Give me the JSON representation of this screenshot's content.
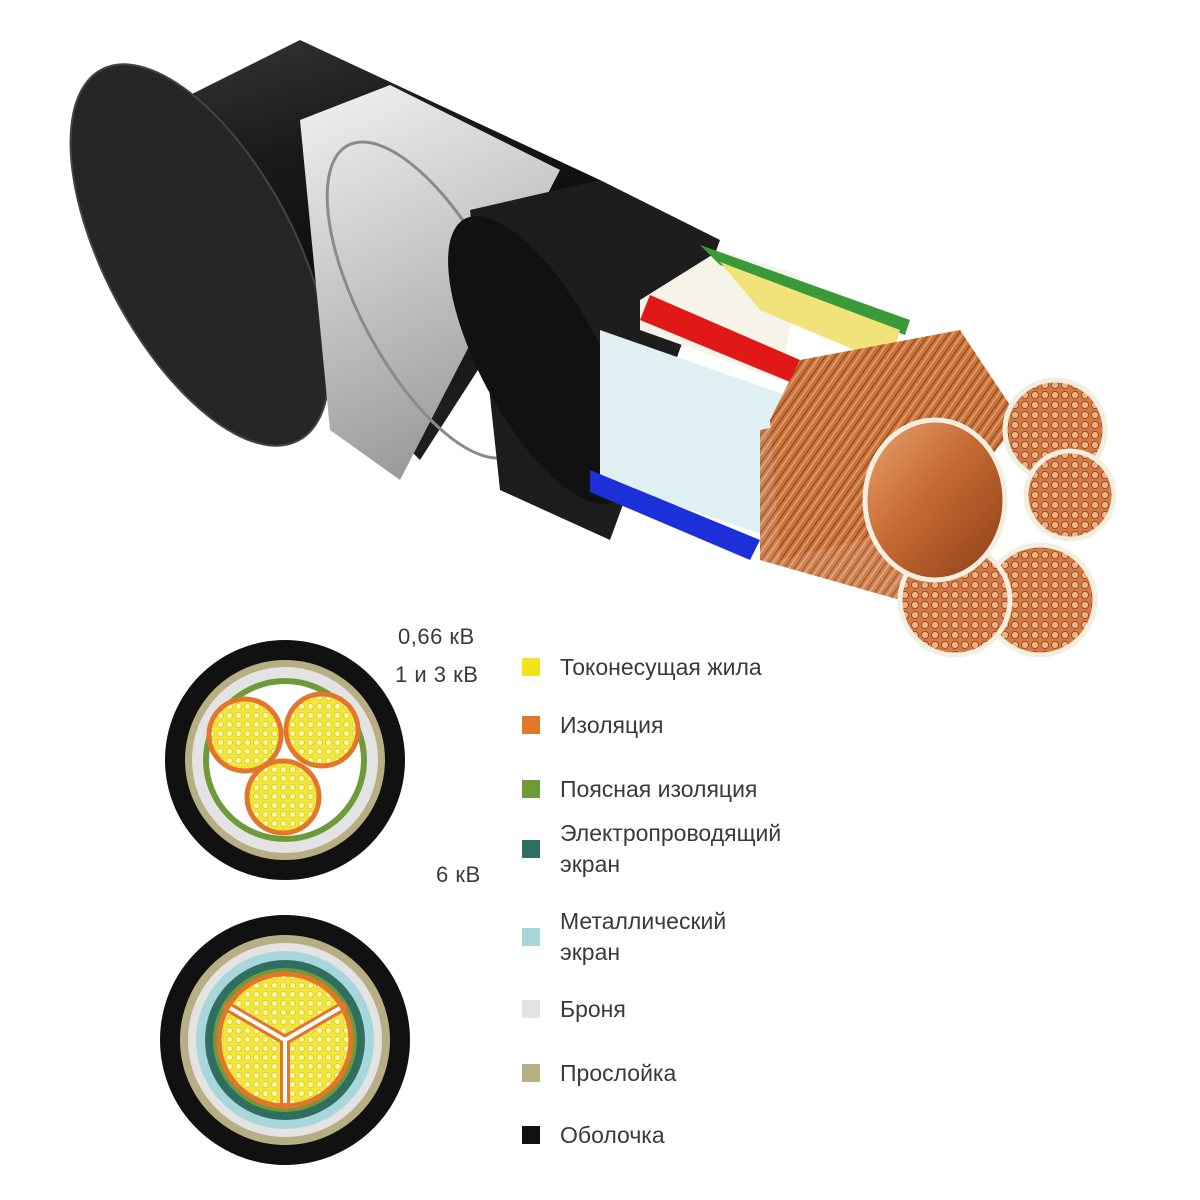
{
  "voltage_labels": {
    "low_line1": "0,66 кВ",
    "low_line2": "1 и 3 кВ",
    "high": "6 кВ"
  },
  "legend": [
    {
      "label": "Токонесущая жила",
      "color": "#f2e41c"
    },
    {
      "label": "Изоляция",
      "color": "#e2762b"
    },
    {
      "label": "Поясная изоляция",
      "color": "#6f9a39"
    },
    {
      "label": "Электропроводящий\nэкран",
      "color": "#2f6f62"
    },
    {
      "label": "Металлический\nэкран",
      "color": "#a9d6da"
    },
    {
      "label": "Броня",
      "color": "#e3e3e3"
    },
    {
      "label": "Прослойка",
      "color": "#b8ae83"
    },
    {
      "label": "Оболочка",
      "color": "#111111"
    }
  ],
  "colors": {
    "sheath": "#161616",
    "armor_tape": "#cfcfcf",
    "copper": "#c8743e",
    "core_red": "#e01818",
    "core_blue": "#1c2fd8",
    "core_yellow": "#f1e27a",
    "core_green": "#3a9a3a"
  }
}
